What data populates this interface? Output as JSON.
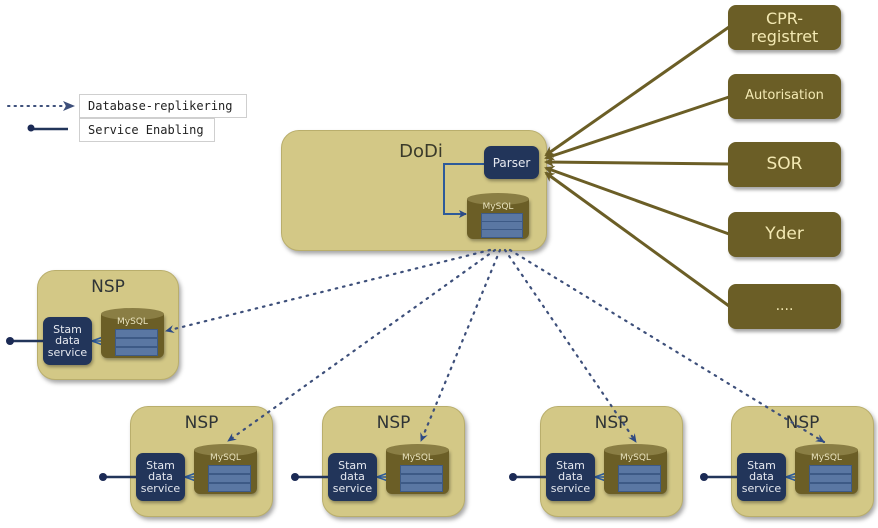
{
  "legend": {
    "items": [
      {
        "label": "Database-replikering",
        "style": "dotted-arrow"
      },
      {
        "label": "Service Enabling",
        "style": "solid-dot-line"
      }
    ]
  },
  "dodi": {
    "title": "DoDi",
    "parser_label": "Parser",
    "db_label": "MySQL"
  },
  "sources": [
    {
      "label_line1": "CPR-",
      "label_line2": "registret"
    },
    {
      "label_line1": "Autorisation",
      "label_line2": ""
    },
    {
      "label_line1": "SOR",
      "label_line2": ""
    },
    {
      "label_line1": "Yder",
      "label_line2": ""
    },
    {
      "label_line1": "....",
      "label_line2": ""
    }
  ],
  "nsp": [
    {
      "title": "NSP",
      "service_line1": "Stam",
      "service_line2": "data",
      "service_line3": "service",
      "db_label": "MySQL"
    },
    {
      "title": "NSP",
      "service_line1": "Stam",
      "service_line2": "data",
      "service_line3": "service",
      "db_label": "MySQL"
    },
    {
      "title": "NSP",
      "service_line1": "Stam",
      "service_line2": "data",
      "service_line3": "service",
      "db_label": "MySQL"
    },
    {
      "title": "NSP",
      "service_line1": "Stam",
      "service_line2": "data",
      "service_line3": "service",
      "db_label": "MySQL"
    },
    {
      "title": "NSP",
      "service_line1": "Stam",
      "service_line2": "data",
      "service_line3": "service",
      "db_label": "MySQL"
    }
  ],
  "colors": {
    "container": "#d3c886",
    "source": "#6b5e26",
    "service": "#22355a",
    "replication_line": "#3d4f7a",
    "source_arrow": "#6b5e26",
    "service_line": "#22355a"
  }
}
